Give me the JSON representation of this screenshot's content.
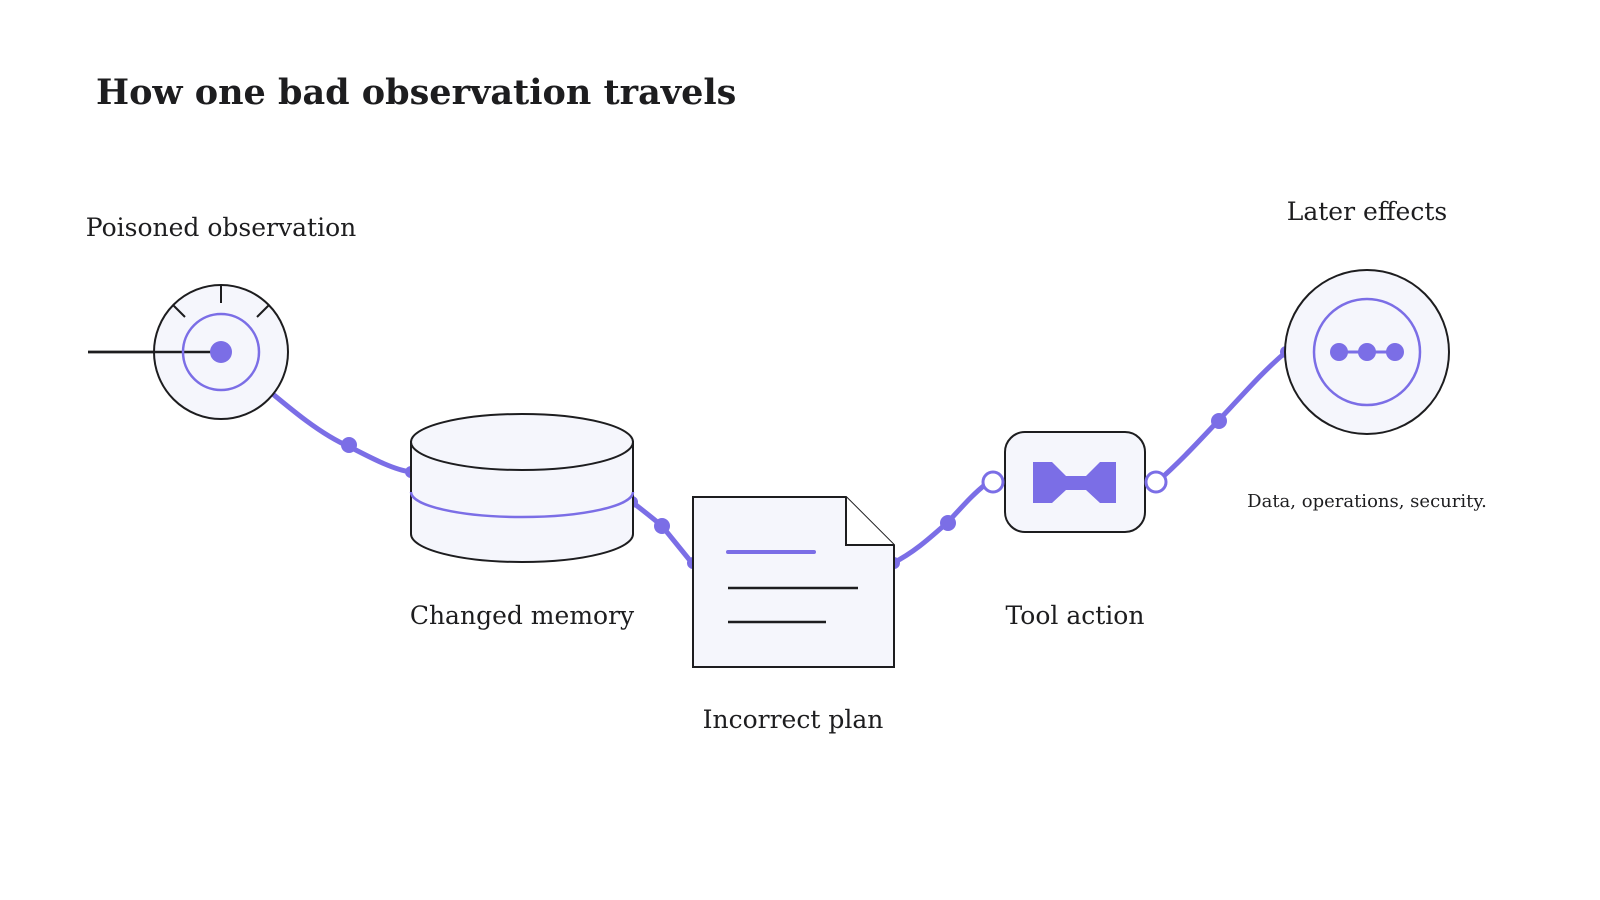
{
  "title": "How one bad observation travels",
  "colors": {
    "accent": "#7b6ee6",
    "ink": "#1d1d1f",
    "node_fill": "#f5f6fc",
    "background": "#ffffff"
  },
  "nodes": [
    {
      "id": "poisoned-observation",
      "label": "Poisoned observation",
      "icon": "gauge-icon"
    },
    {
      "id": "changed-memory",
      "label": "Changed memory",
      "icon": "database-icon"
    },
    {
      "id": "incorrect-plan",
      "label": "Incorrect plan",
      "icon": "document-icon"
    },
    {
      "id": "tool-action",
      "label": "Tool action",
      "icon": "tool-bowtie-icon"
    },
    {
      "id": "later-effects",
      "label": "Later effects",
      "caption": "Data, operations, security.",
      "icon": "ellipsis-circle-icon"
    }
  ]
}
